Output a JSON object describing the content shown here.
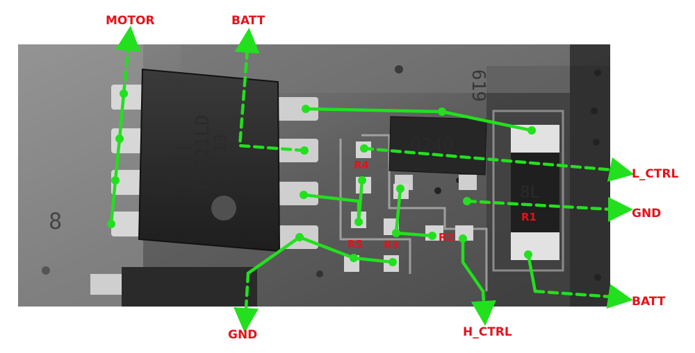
{
  "labels": {
    "motor": "MOTOR",
    "batt_top": "BATT",
    "l_ctrl": "L_CTRL",
    "gnd_right": "GND",
    "batt_right": "BATT",
    "gnd_bottom": "GND",
    "h_ctrl": "H_CTRL",
    "r1": "R1",
    "r2": "R2",
    "r3": "R3",
    "r4": "R4",
    "r5": "R5"
  },
  "chip_marking": {
    "logo": "D'||",
    "line1": "C3021LD",
    "line2": "14 13"
  },
  "small_chip_marking": "0240",
  "board_print": {
    "left": "8",
    "top_right": "619",
    "r1_body": "8L"
  },
  "colors": {
    "trace": "#22e01e",
    "label": "#e5121b",
    "board": "#5a5a5a",
    "chip": "#2b2b2b",
    "pad": "#cfcfcf",
    "background": "#ffffff"
  }
}
